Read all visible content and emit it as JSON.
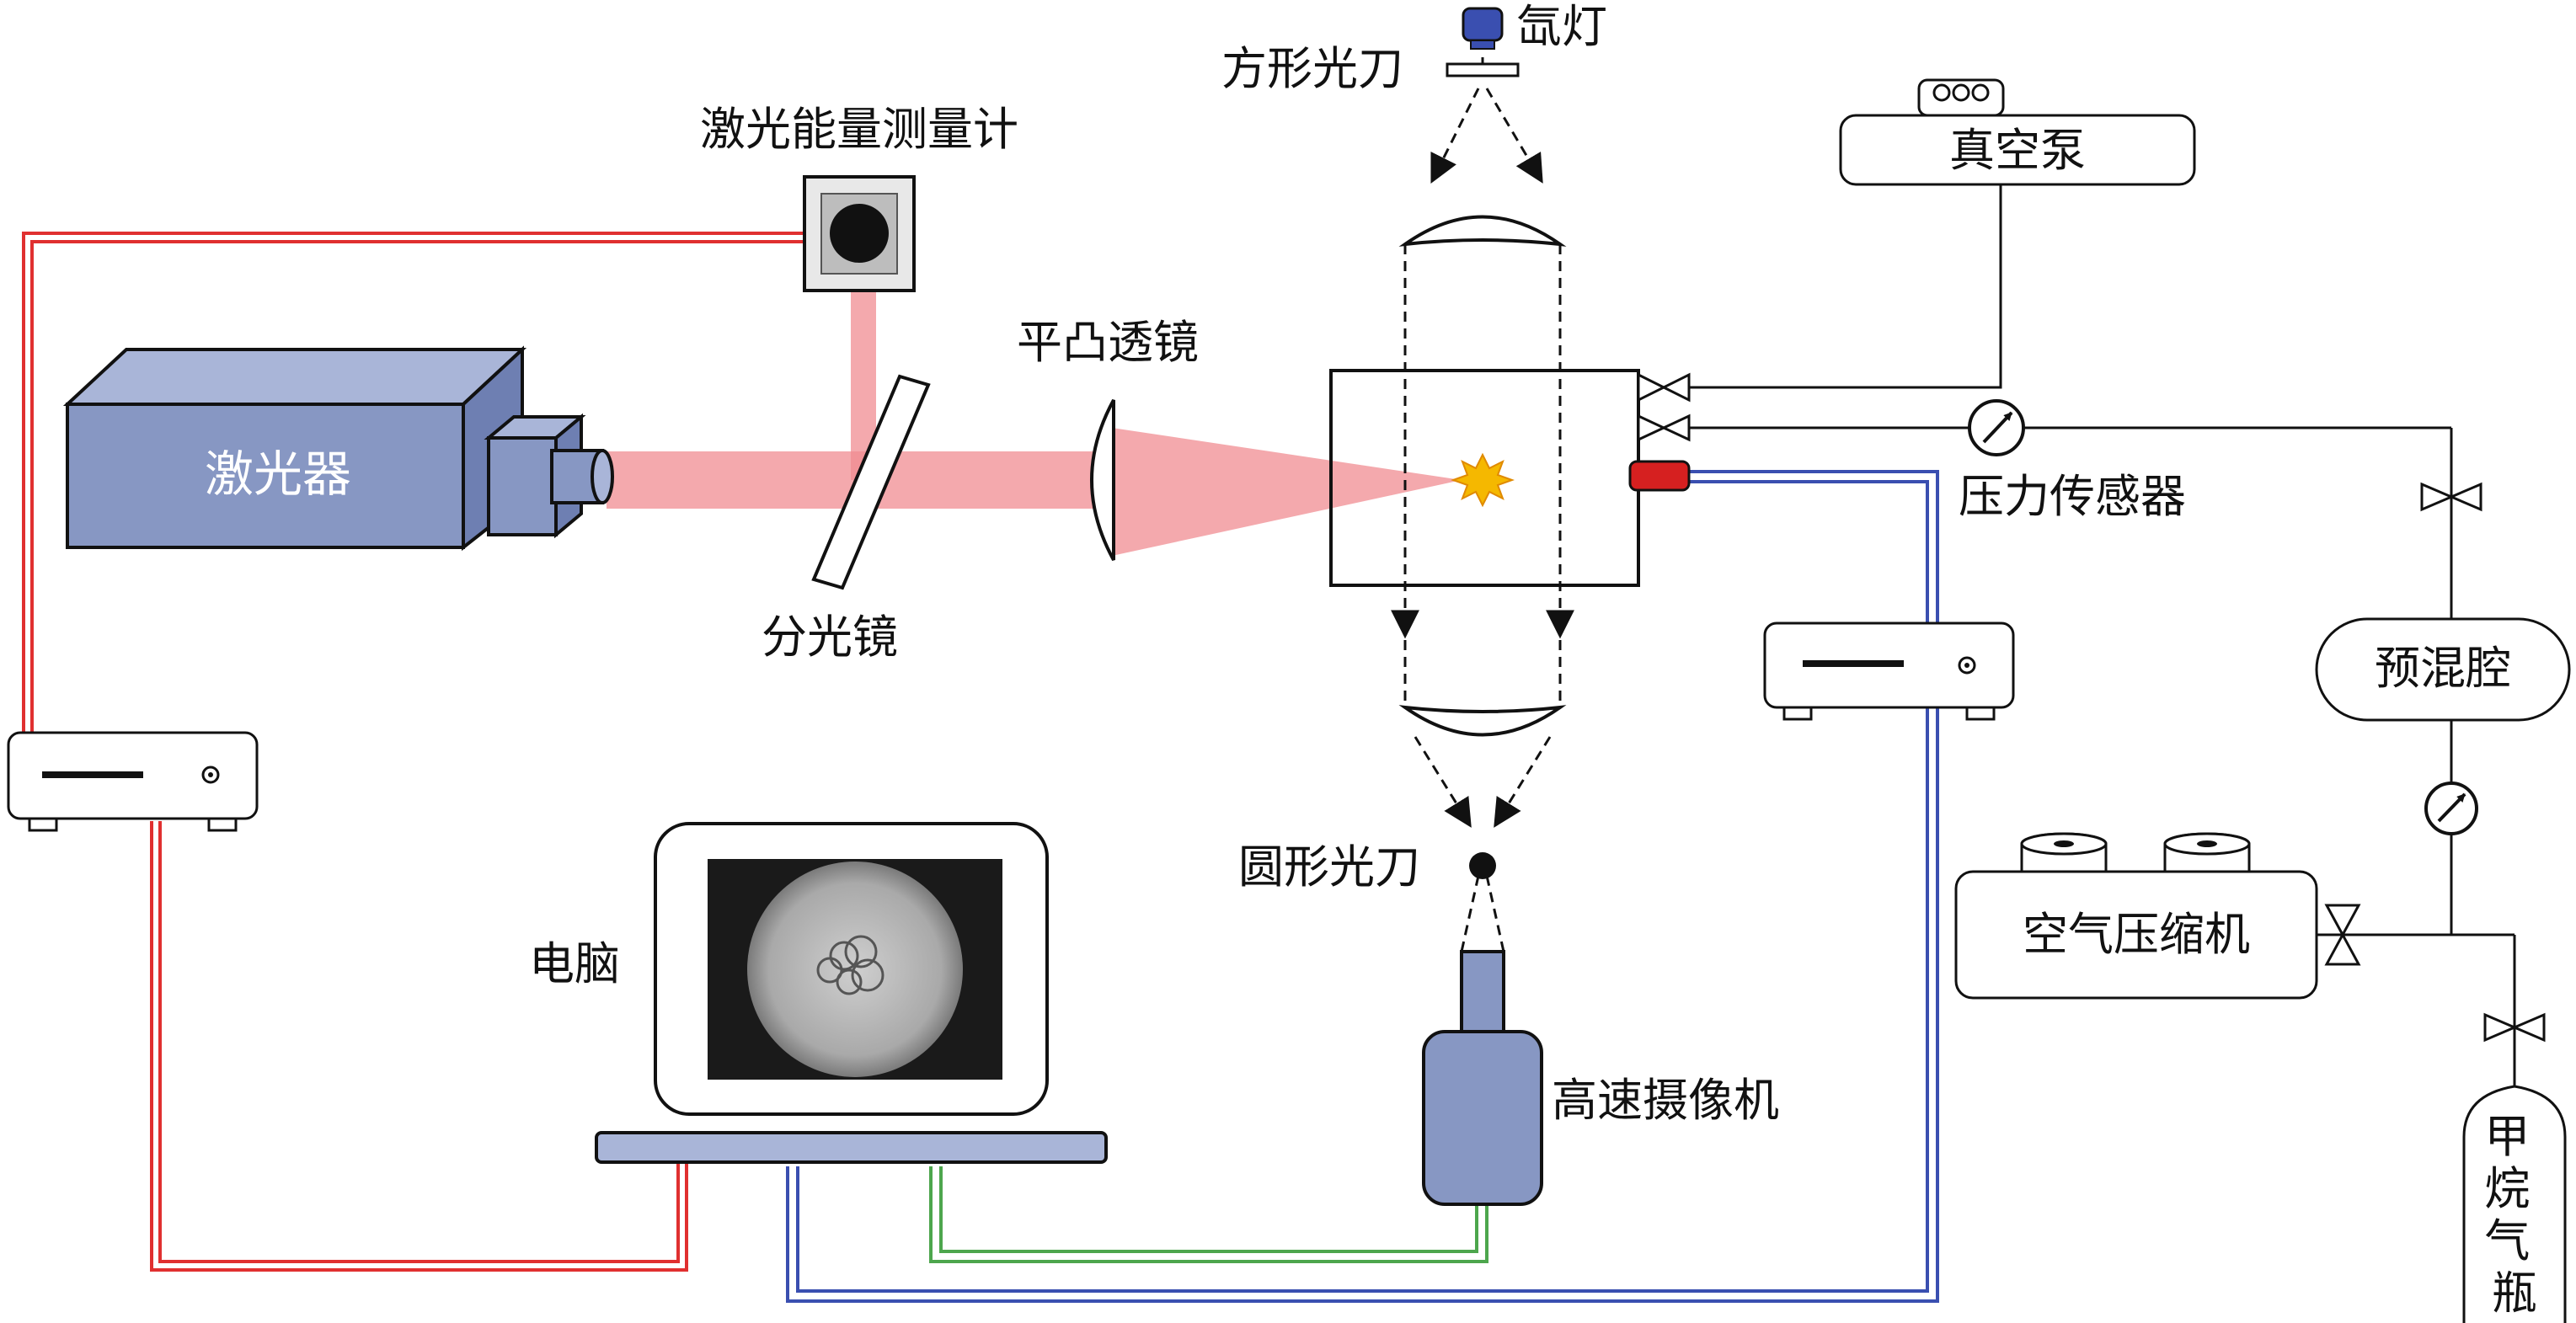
{
  "labels": {
    "laser": "激光器",
    "energy_meter": "激光能量测量计",
    "beam_splitter": "分光镜",
    "plano_convex_lens": "平凸透镜",
    "xenon_lamp": "氙灯",
    "square_knife_edge": "方形光刀",
    "round_knife_edge": "圆形光刀",
    "vacuum_pump": "真空泵",
    "pressure_sensor": "压力传感器",
    "premix_chamber": "预混腔",
    "air_compressor": "空气压缩机",
    "methane_cylinder": "甲烷气瓶",
    "computer": "电脑",
    "high_speed_camera": "高速摄像机"
  },
  "colors": {
    "laser_body": "#8797c3",
    "laser_beam": "#f08c92",
    "red_cable": "#e03030",
    "blue_cable": "#3a4fb0",
    "green_cable": "#4da64d",
    "ignition_spark": "#f5b800",
    "camera_body": "#8797c3"
  }
}
